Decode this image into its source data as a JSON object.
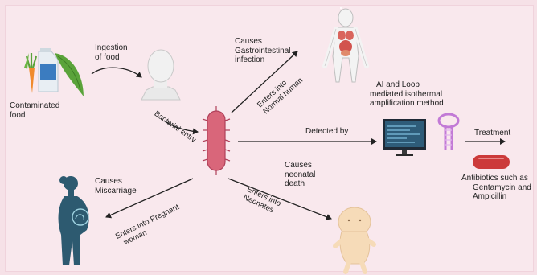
{
  "labels": {
    "contaminated_food": [
      "Contaminated",
      "food"
    ],
    "ingestion": [
      "Ingestion",
      "of food"
    ],
    "bacterial_entry": "Bacterial entry",
    "causes_gi": [
      "Causes",
      "Gastrointestinal",
      "infection"
    ],
    "enters_normal": [
      "Enters into",
      "Normal human"
    ],
    "detected_by": "Detected by",
    "ai_loop": [
      "AI and Loop",
      "mediated isothermal",
      "amplification method"
    ],
    "treatment": "Treatment",
    "antibiotics": [
      "Antibiotics such as",
      "Gentamycin and",
      "Ampicillin"
    ],
    "causes_neonatal": [
      "Causes",
      "neonatal",
      "death"
    ],
    "enters_neonates": [
      "Enters into",
      "Neonates"
    ],
    "causes_miscarriage": [
      "Causes",
      "Miscarriage"
    ],
    "enters_pregnant": [
      "Enters into Pregnant",
      "woman"
    ]
  },
  "colors": {
    "background": "#f9e8ed",
    "bacterium": "#d9667a",
    "pregnant_woman": "#2d5a70",
    "human_body": "#f3f3f3",
    "organs": "#d9655d",
    "skin": "#f6dbb8",
    "pill": "#cc3a3a",
    "monitor_screen": "#2e5c79",
    "loop_probe": "#c27ad6"
  },
  "icons": [
    "vegetables-icon",
    "milk-carton-icon",
    "pea-pod-icon",
    "human-head-icon",
    "bacterium-icon",
    "human-body-icon",
    "computer-monitor-icon",
    "loop-probe-icon",
    "capsule-icon",
    "baby-icon",
    "pregnant-woman-icon"
  ]
}
